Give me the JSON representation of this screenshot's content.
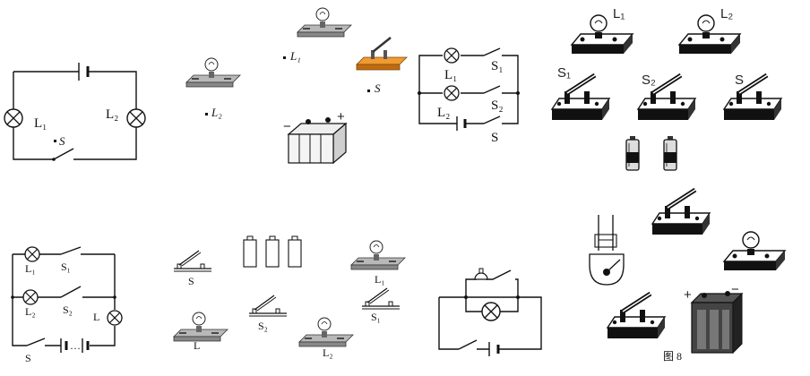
{
  "p1": {
    "L1": "L₁",
    "L2": "L₂",
    "S": "S"
  },
  "p2": {
    "L1": "L₁",
    "L2": "L₂",
    "S": "S",
    "battery_sign_minus": "−",
    "battery_sign_plus": "+"
  },
  "p3": {
    "L1": "L₁",
    "L2": "L₂",
    "S1": "S₁",
    "S2": "S₂",
    "S": "S"
  },
  "p4": {
    "L1": "L₁",
    "L2": "L₂",
    "S1": "S₁",
    "S2": "S₂",
    "S": "S"
  },
  "p5": {
    "L1": "L₁",
    "L2": "L₂",
    "S1": "S₁",
    "S2": "S₂",
    "S": "S",
    "L": "L"
  },
  "p6": {
    "S": "S",
    "S1": "S₁",
    "S2": "S₂",
    "L": "L",
    "L1": "L₁",
    "L2": "L₂"
  },
  "p8": {
    "caption": "图 8",
    "plus": "+",
    "minus": "−"
  }
}
